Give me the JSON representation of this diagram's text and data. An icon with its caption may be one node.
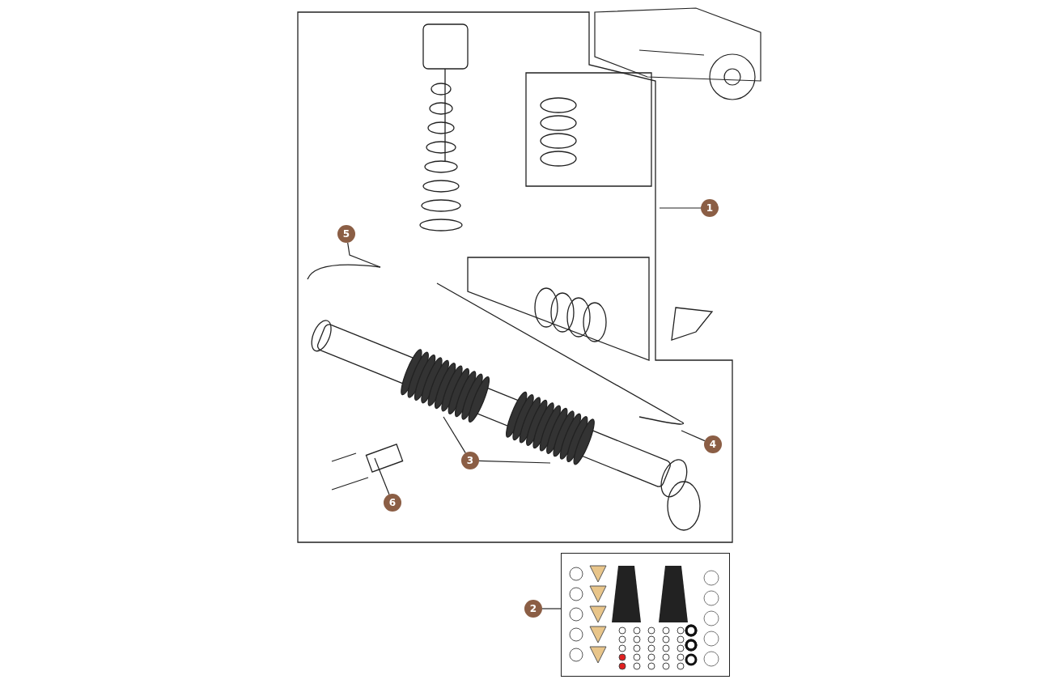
{
  "diagram": {
    "nodes": [
      {
        "text": [
          "1"
        ]
      },
      {
        "text": [
          "5"
        ]
      },
      {
        "text": [
          "4"
        ]
      },
      {
        "text": [
          "3"
        ]
      },
      {
        "text": [
          "6"
        ]
      },
      {
        "text": [
          "2"
        ]
      },
      {
        "text": [],
        "shape": "picture"
      }
    ],
    "edges": [
      {
        "from": 0,
        "to": null,
        "arrow": "none"
      },
      {
        "from": 1,
        "to": null,
        "arrow": "none"
      },
      {
        "from": 2,
        "to": null,
        "arrow": "none"
      },
      {
        "from": 3,
        "to": null,
        "arrow": "none"
      },
      {
        "from": 3,
        "to": null,
        "arrow": "none"
      },
      {
        "from": 4,
        "to": null,
        "arrow": "none"
      },
      {
        "from": 5,
        "to": 6,
        "arrow": "none"
      }
    ]
  }
}
